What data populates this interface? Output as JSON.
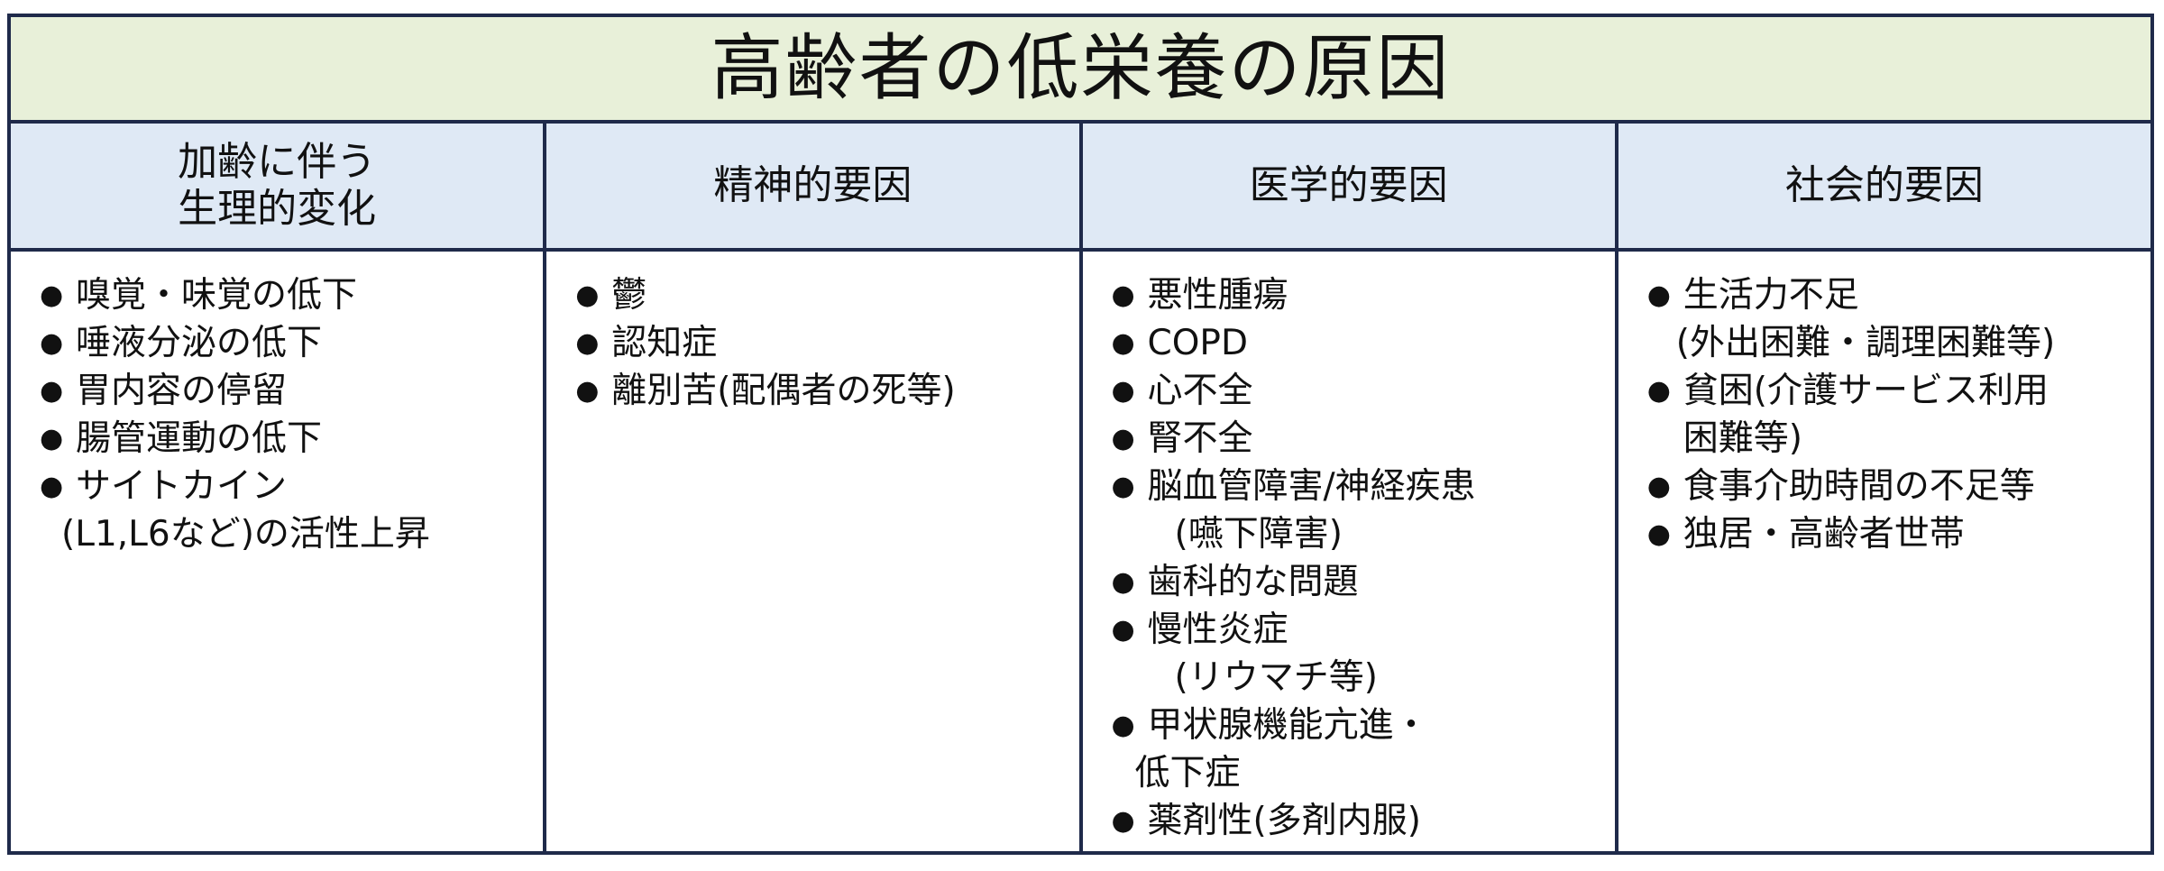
{
  "title": "高齢者の低栄養の原因",
  "columns": [
    {
      "header": [
        "加齢に伴う",
        "生理的変化"
      ],
      "items": [
        {
          "lines": [
            "嗅覚・味覚の低下"
          ],
          "indents": [
            0
          ]
        },
        {
          "lines": [
            "唾液分泌の低下"
          ],
          "indents": [
            0
          ]
        },
        {
          "lines": [
            "胃内容の停留"
          ],
          "indents": [
            0
          ]
        },
        {
          "lines": [
            "腸管運動の低下"
          ],
          "indents": [
            0
          ]
        },
        {
          "lines": [
            "サイトカイン",
            "(L1,L6など)の活性上昇"
          ],
          "indents": [
            0,
            -16
          ]
        }
      ]
    },
    {
      "header": [
        "精神的要因"
      ],
      "items": [
        {
          "lines": [
            "鬱"
          ],
          "indents": [
            0
          ]
        },
        {
          "lines": [
            "認知症"
          ],
          "indents": [
            0
          ]
        },
        {
          "lines": [
            "離別苦(配偶者の死等)"
          ],
          "indents": [
            0
          ]
        }
      ]
    },
    {
      "header": [
        "医学的要因"
      ],
      "items": [
        {
          "lines": [
            "悪性腫瘍"
          ],
          "indents": [
            0
          ]
        },
        {
          "lines": [
            "COPD"
          ],
          "indents": [
            0
          ]
        },
        {
          "lines": [
            "心不全"
          ],
          "indents": [
            0
          ]
        },
        {
          "lines": [
            "腎不全"
          ],
          "indents": [
            0
          ]
        },
        {
          "lines": [
            "脳血管障害/神経疾患",
            "(嚥下障害)"
          ],
          "indents": [
            0,
            30
          ]
        },
        {
          "lines": [
            "歯科的な問題"
          ],
          "indents": [
            0
          ]
        },
        {
          "lines": [
            "慢性炎症",
            "(リウマチ等)"
          ],
          "indents": [
            0,
            30
          ]
        },
        {
          "lines": [
            "甲状腺機能亢進・",
            "低下症"
          ],
          "indents": [
            0,
            -14
          ]
        },
        {
          "lines": [
            "薬剤性(多剤内服)"
          ],
          "indents": [
            0
          ]
        }
      ]
    },
    {
      "header": [
        "社会的要因"
      ],
      "items": [
        {
          "lines": [
            "生活力不足",
            "(外出困難・調理困難等)"
          ],
          "indents": [
            0,
            -8
          ]
        },
        {
          "lines": [
            "貧困(介護サービス利用",
            "困難等)"
          ],
          "indents": [
            0,
            0
          ]
        },
        {
          "lines": [
            "食事介助時間の不足等"
          ],
          "indents": [
            0
          ]
        },
        {
          "lines": [
            "独居・高齢者世帯"
          ],
          "indents": [
            0
          ]
        }
      ]
    }
  ]
}
